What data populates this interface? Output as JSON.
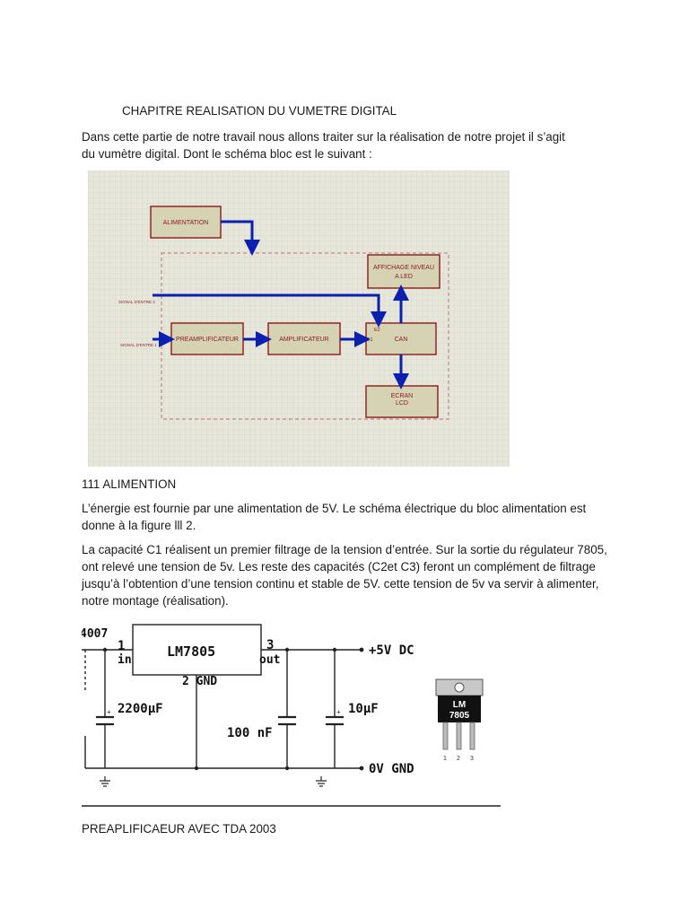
{
  "heading": "CHAPITRE REALISATION DU VUMETRE DIGITAL",
  "intro": {
    "line1": "Dans cette partie de notre travail nous allons traiter sur la réalisation de notre projet il s’agit",
    "line2": "du vumètre digital. Dont le schéma bloc est le suivant :"
  },
  "block_diagram": {
    "alimentation": "ALIMENTATION",
    "affichage_l1": "AFFICHAGE NIVEAU",
    "affichage_l2": "A LED",
    "signal2": "SIGNAL D'ENTRE 2",
    "signal1": "SIGNAL D'ENTRE 1",
    "preamp": "PREAMPLIFICATEUR",
    "amp": "AMPLIFICATEUR",
    "can": "CAN",
    "e2": "E2",
    "e1": "E1",
    "ecran_l1": "ECRAN",
    "ecran_l2": "LCD"
  },
  "section1": "111 ALIMENTION",
  "para2": {
    "line1": "L’énergie est fournie par une alimentation de 5V. Le schéma électrique du bloc alimentation est",
    "line2": "donne à la figure lll 2."
  },
  "para3": {
    "line1": "La capacité C1 réalisent un premier filtrage de la tension d’entrée. Sur la sortie du régulateur 7805,",
    "line2": "ont relevé une tension de 5v. Les reste des capacités (C2et C3) feront un complément de filtrage",
    "line3": "jusqu’à l’obtention d’une tension continu et stable de 5V. cette tension de 5v va servir à alimenter,",
    "line4": "notre montage (réalisation)."
  },
  "circuit": {
    "diode": "4007",
    "pin1": "1",
    "pin_in": "in",
    "regulator": "LM7805",
    "pin3": "3",
    "pin_out": "out",
    "pin2_gnd": "2  GND",
    "out_label": "+5V DC",
    "c1": "2200µF",
    "c2": "100 nF",
    "c3": "10µF",
    "gnd_label": "0V GND",
    "photo_l1": "LM",
    "photo_l2": "7805",
    "photo_pins": [
      "1",
      "2",
      "3"
    ]
  },
  "footer_heading": "PREAPLIFICAEUR AVEC TDA 2003",
  "colors": {
    "grid_bg": "#e6e7da",
    "block_fill": "#d5d3b3",
    "block_border": "#8b1a1a",
    "arrow": "#0b1fb0",
    "dashed": "#c07070"
  }
}
